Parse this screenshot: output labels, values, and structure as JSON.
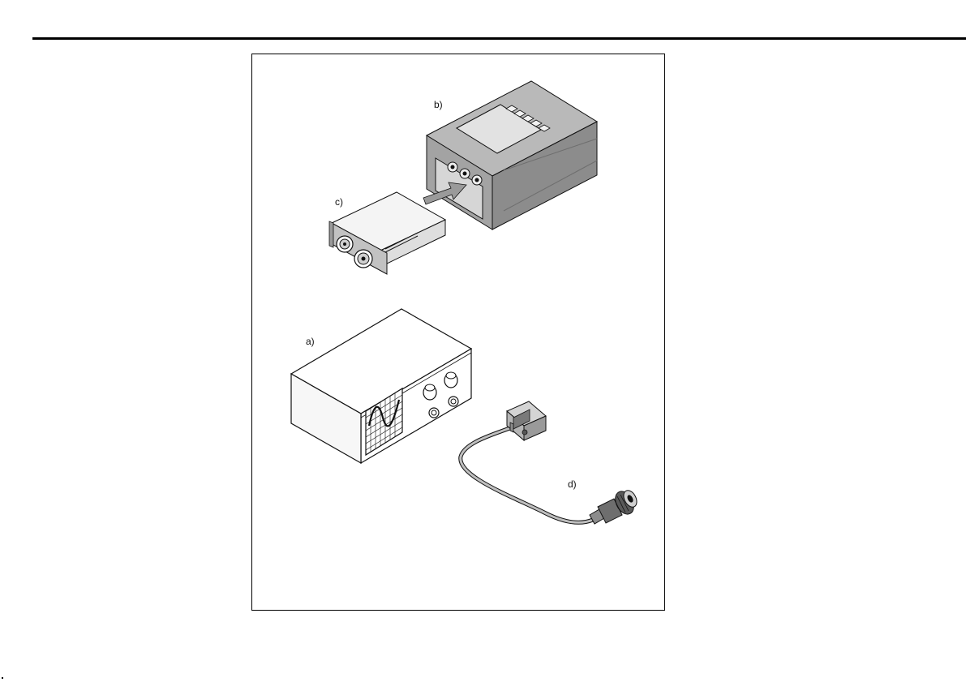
{
  "figure": {
    "labels": {
      "a": "a)",
      "b": "b)",
      "c": "c)",
      "d": "d)"
    },
    "colors": {
      "line": "#111111",
      "device_dark": "#8c8c8c",
      "device_mid": "#a8a8a8",
      "device_light": "#cfcfcf",
      "paper": "#ffffff",
      "arrow": "#9a9a9a"
    }
  }
}
